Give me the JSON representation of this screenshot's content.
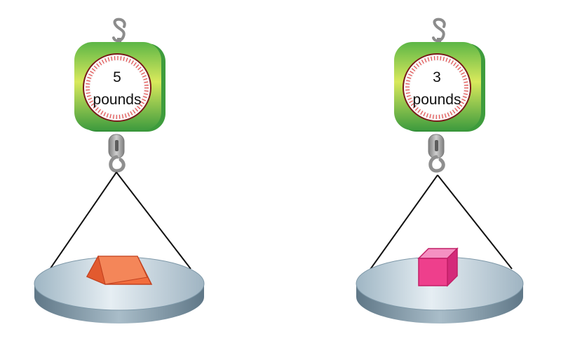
{
  "scales": [
    {
      "reading_value": "5",
      "reading_unit": "pounds",
      "object": "orange-prism",
      "object_color": "#f26d3d"
    },
    {
      "reading_value": "3",
      "reading_unit": "pounds",
      "object": "pink-cube",
      "object_color": "#ee3f8c"
    }
  ],
  "colors": {
    "scale_body_top": "#6cbf4a",
    "scale_body_mid": "#d9e95c",
    "scale_body_bottom": "#3e9b3e",
    "dial_ring": "#7a1a1a",
    "tick_marks": "#e24a4a",
    "hook": "#9a9a9a",
    "pan_top": "#c3d4de",
    "pan_rim": "#7e98a8",
    "strings": "#111111"
  }
}
